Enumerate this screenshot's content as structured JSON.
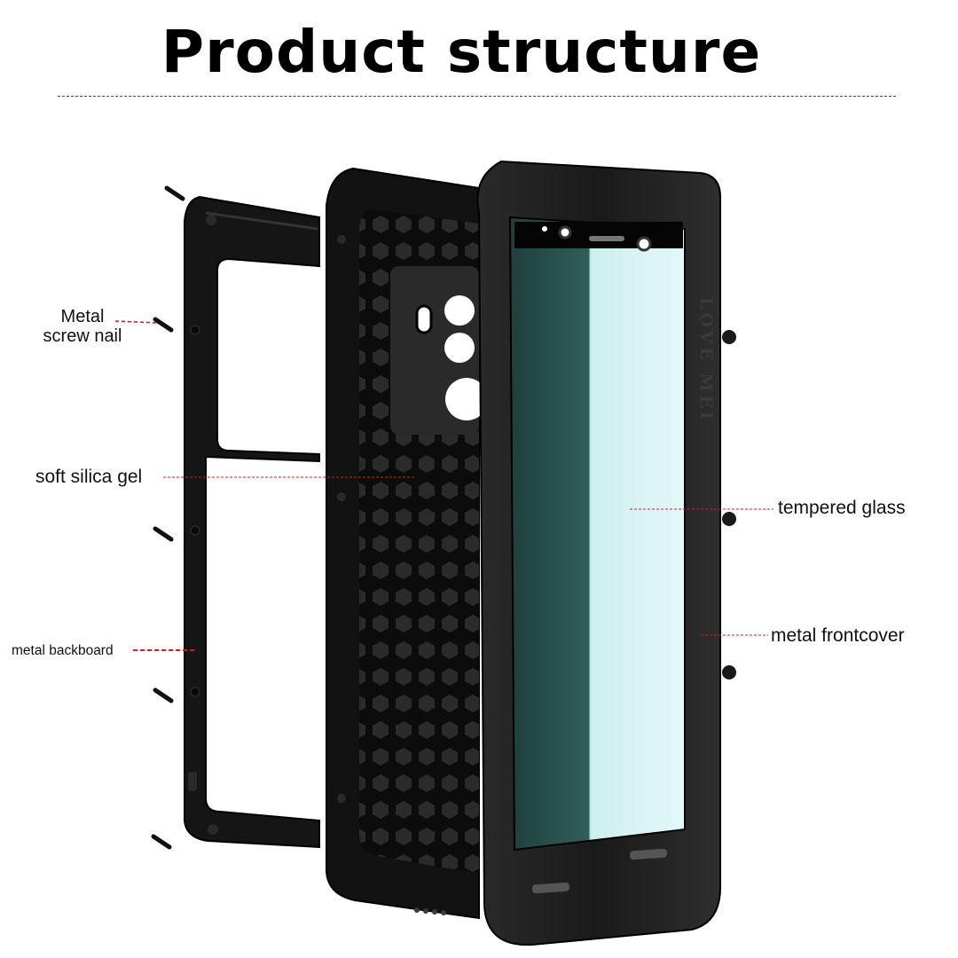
{
  "title": "Product structure",
  "labels": {
    "screw": "Metal\nscrew nail",
    "silica": "soft silica gel",
    "backboard": "metal backboard",
    "glass": "tempered glass",
    "frontcover": "metal frontcover"
  },
  "frame_engraving": "LOVE MEI",
  "colors": {
    "leader_line": "#cc2222",
    "case_black": "#141414",
    "glass_tint": "#d8f4f4"
  }
}
